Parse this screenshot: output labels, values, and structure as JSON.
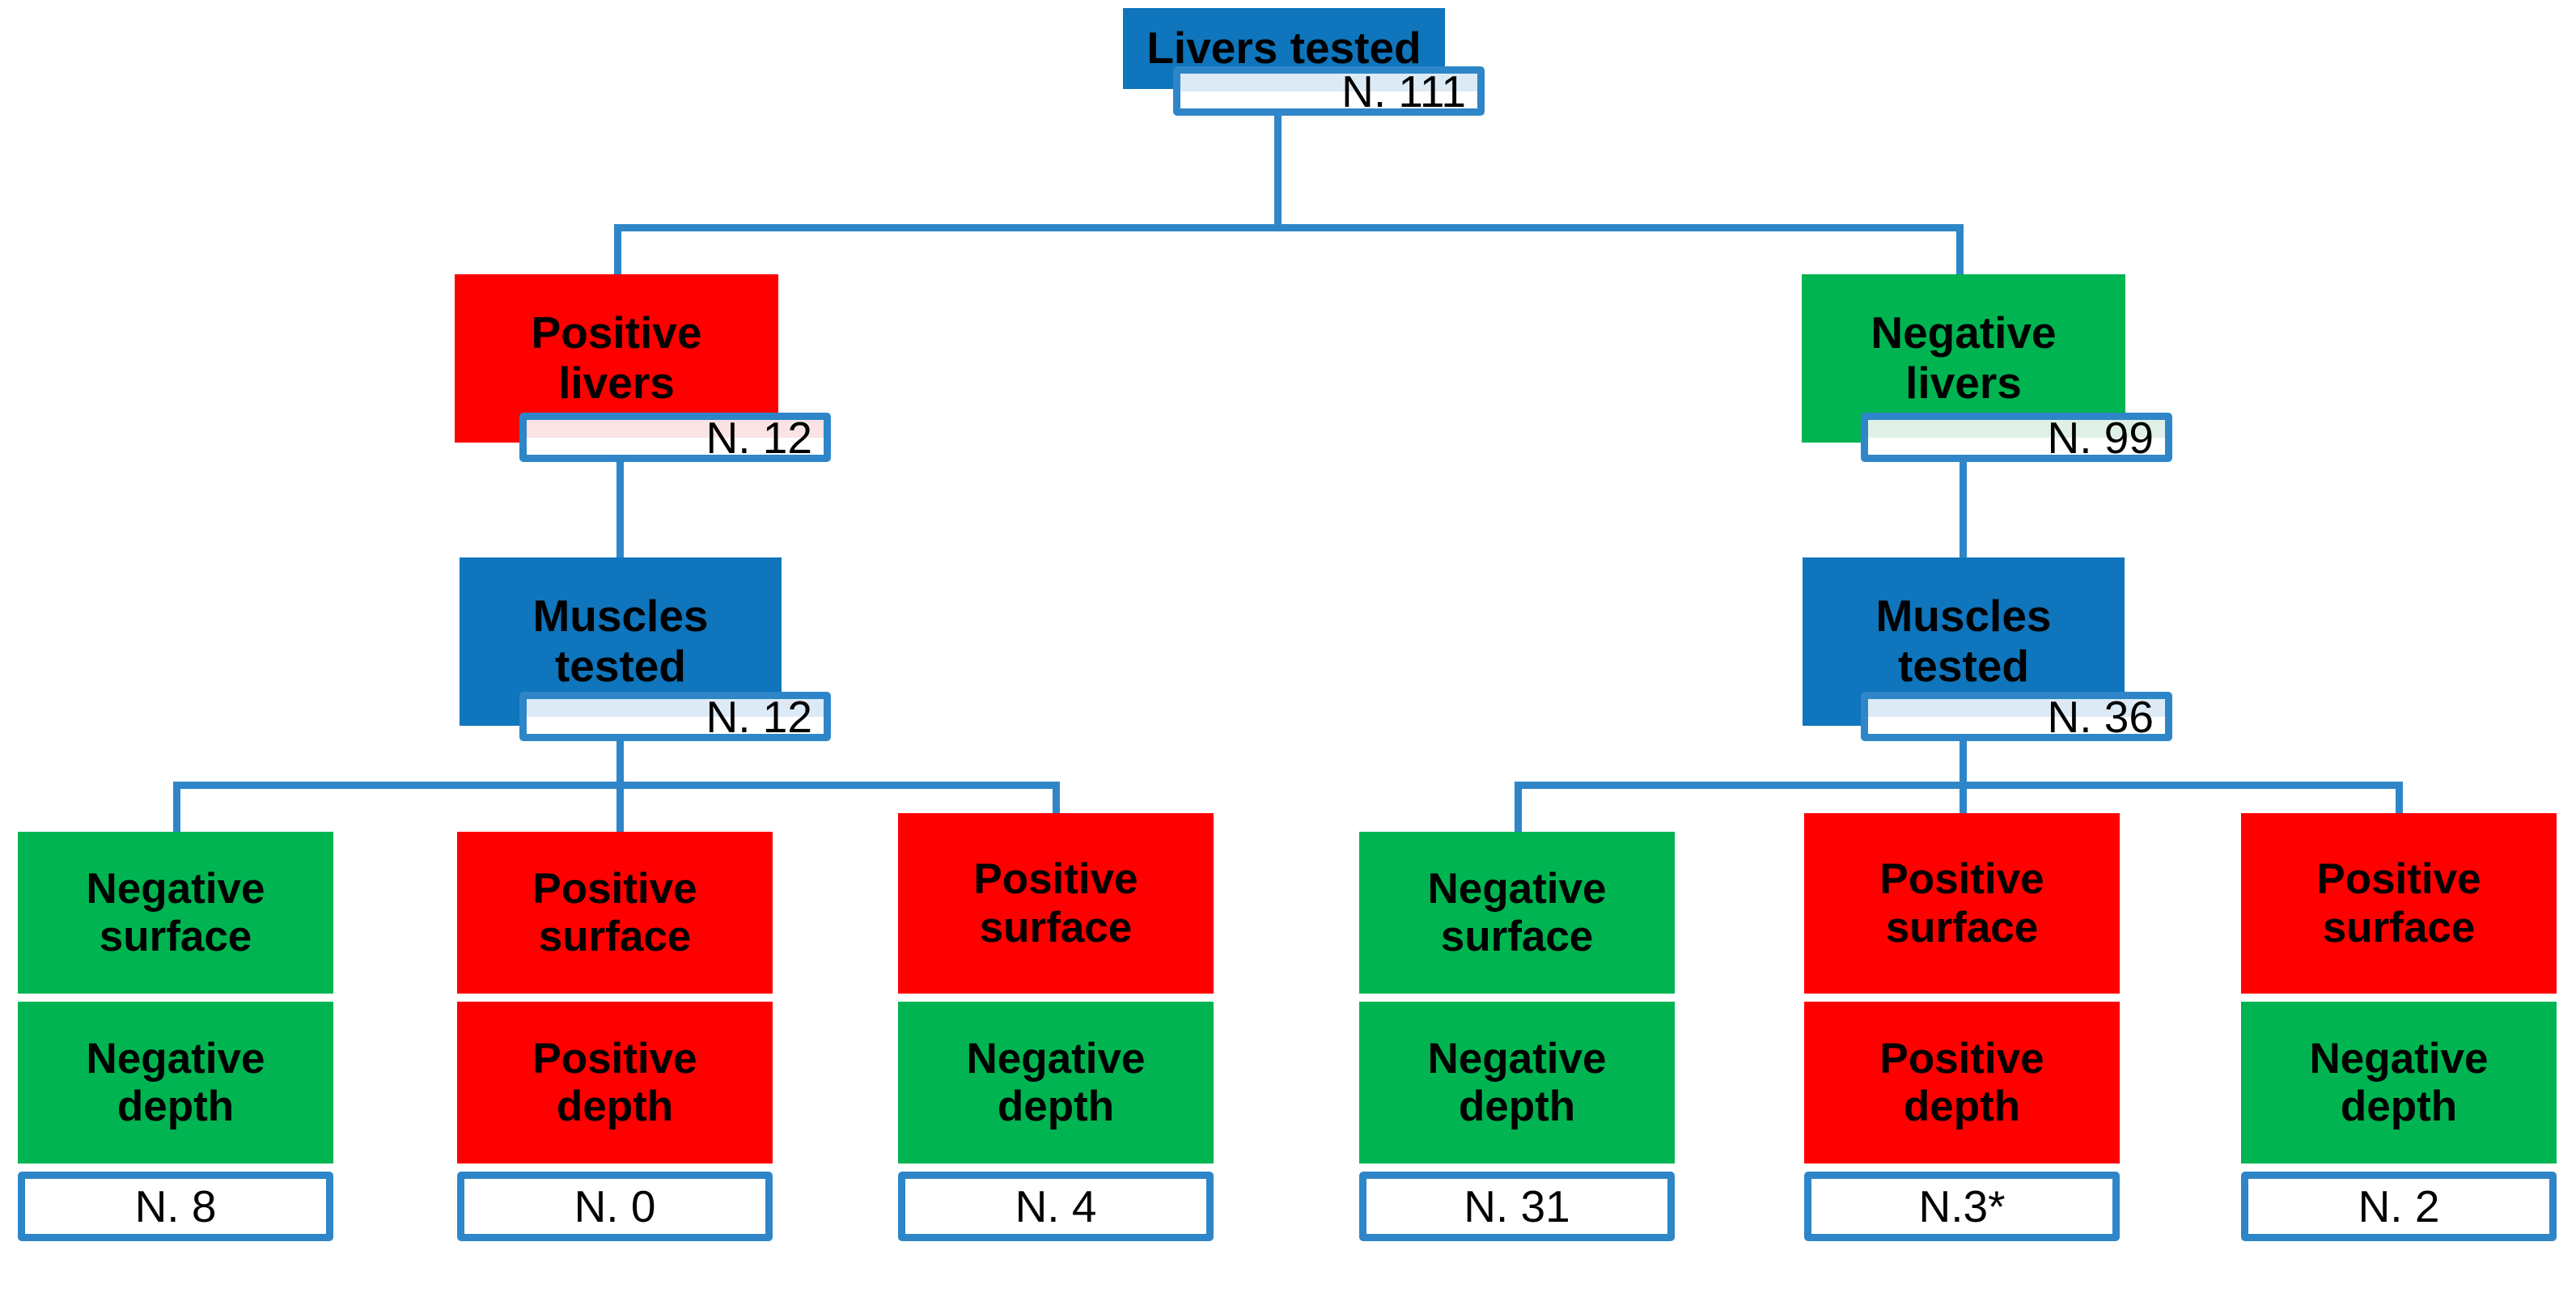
{
  "diagram": {
    "title_node": {
      "label": "Livers tested",
      "count": "N. 111"
    },
    "level2": [
      {
        "label": "Positive\nlivers",
        "count": "N. 12"
      },
      {
        "label": "Negative\nlivers",
        "count": "N. 99"
      }
    ],
    "level3": [
      {
        "label": "Muscles\ntested",
        "count": "N. 12"
      },
      {
        "label": "Muscles\ntested",
        "count": "N. 36"
      }
    ],
    "leaves": [
      {
        "surface": "Negative\nsurface",
        "depth": "Negative\ndepth",
        "count": "N. 8"
      },
      {
        "surface": "Positive\nsurface",
        "depth": "Positive\ndepth",
        "count": "N. 0"
      },
      {
        "surface": "Positive\nsurface",
        "depth": "Negative\ndepth",
        "count": "N. 4"
      },
      {
        "surface": "Negative\nsurface",
        "depth": "Negative\ndepth",
        "count": "N. 31"
      },
      {
        "surface": "Positive\nsurface",
        "depth": "Positive\ndepth",
        "count": "N.3*"
      },
      {
        "surface": "Positive\nsurface",
        "depth": "Negative\ndepth",
        "count": "N. 2"
      }
    ],
    "colors": {
      "blue": "#0F75BC",
      "red": "#FE0000",
      "green": "#00B451",
      "connector": "#2E86C8",
      "chip_fill": "#FFFFFF",
      "text": "#000000"
    }
  }
}
